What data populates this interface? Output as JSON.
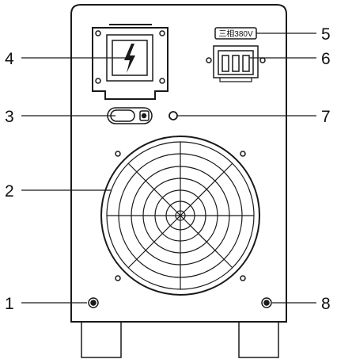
{
  "callouts": [
    {
      "number": "1",
      "part": "grounding-screw-left"
    },
    {
      "number": "2",
      "part": "cooling-fan"
    },
    {
      "number": "3",
      "part": "indicator-switch"
    },
    {
      "number": "4",
      "part": "power-connector"
    },
    {
      "number": "5",
      "part": "voltage-label"
    },
    {
      "number": "6",
      "part": "circuit-breaker"
    },
    {
      "number": "7",
      "part": "indicator-led"
    },
    {
      "number": "8",
      "part": "grounding-screw-right"
    }
  ],
  "voltage_label_text": "三相380V",
  "connector_symbol": "lightning-bolt-icon",
  "colors": {
    "line": "#1a1a1a",
    "background": "#ffffff"
  }
}
